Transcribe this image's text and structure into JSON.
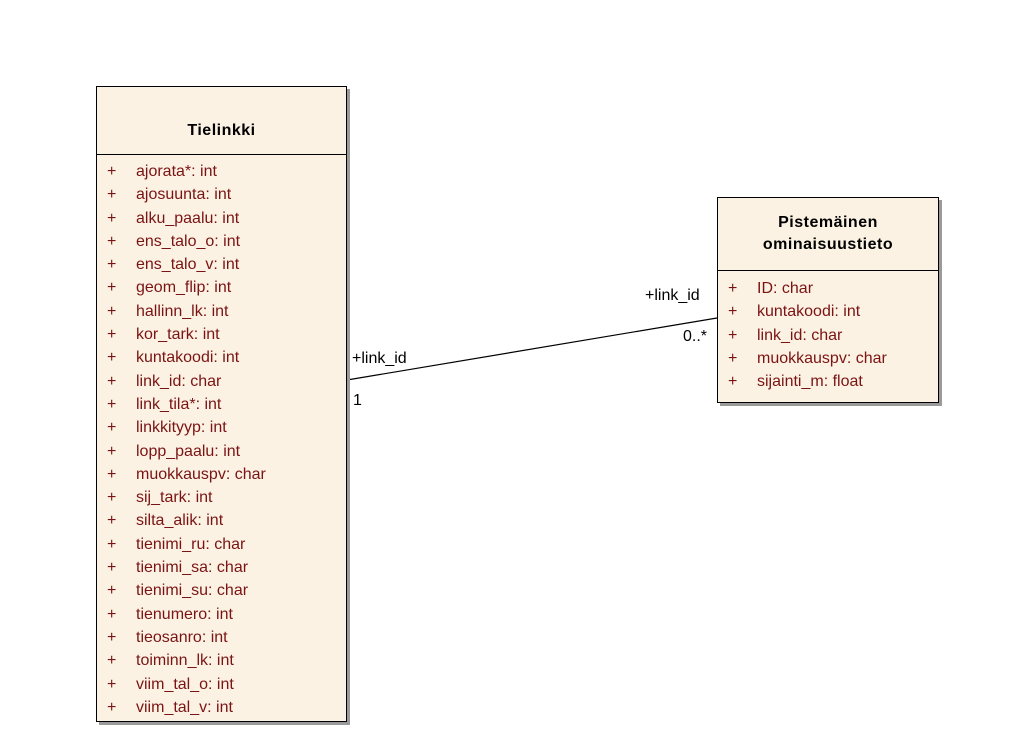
{
  "classes": {
    "tielinkki": {
      "name": "Tielinkki",
      "attributes": [
        {
          "vis": "+",
          "text": "ajorata*: int"
        },
        {
          "vis": "+",
          "text": "ajosuunta: int"
        },
        {
          "vis": "+",
          "text": "alku_paalu: int"
        },
        {
          "vis": "+",
          "text": "ens_talo_o: int"
        },
        {
          "vis": "+",
          "text": "ens_talo_v: int"
        },
        {
          "vis": "+",
          "text": "geom_flip: int"
        },
        {
          "vis": "+",
          "text": "hallinn_lk: int"
        },
        {
          "vis": "+",
          "text": "kor_tark: int"
        },
        {
          "vis": "+",
          "text": "kuntakoodi: int"
        },
        {
          "vis": "+",
          "text": "link_id: char"
        },
        {
          "vis": "+",
          "text": "link_tila*: int"
        },
        {
          "vis": "+",
          "text": "linkkityyp: int"
        },
        {
          "vis": "+",
          "text": "lopp_paalu: int"
        },
        {
          "vis": "+",
          "text": "muokkauspv: char"
        },
        {
          "vis": "+",
          "text": "sij_tark: int"
        },
        {
          "vis": "+",
          "text": "silta_alik: int"
        },
        {
          "vis": "+",
          "text": "tienimi_ru: char"
        },
        {
          "vis": "+",
          "text": "tienimi_sa: char"
        },
        {
          "vis": "+",
          "text": "tienimi_su: char"
        },
        {
          "vis": "+",
          "text": "tienumero: int"
        },
        {
          "vis": "+",
          "text": "tieosanro: int"
        },
        {
          "vis": "+",
          "text": "toiminn_lk: int"
        },
        {
          "vis": "+",
          "text": "viim_tal_o: int"
        },
        {
          "vis": "+",
          "text": "viim_tal_v: int"
        }
      ]
    },
    "piste": {
      "name_line1": "Pistemäinen",
      "name_line2": "ominaisuustieto",
      "attributes": [
        {
          "vis": "+",
          "text": "ID: char"
        },
        {
          "vis": "+",
          "text": "kuntakoodi: int"
        },
        {
          "vis": "+",
          "text": "link_id: char"
        },
        {
          "vis": "+",
          "text": "muokkauspv: char"
        },
        {
          "vis": "+",
          "text": "sijainti_m: float"
        }
      ]
    }
  },
  "association": {
    "left_role": "+link_id",
    "left_multiplicity": "1",
    "right_role": "+link_id",
    "right_multiplicity": "0..*"
  }
}
